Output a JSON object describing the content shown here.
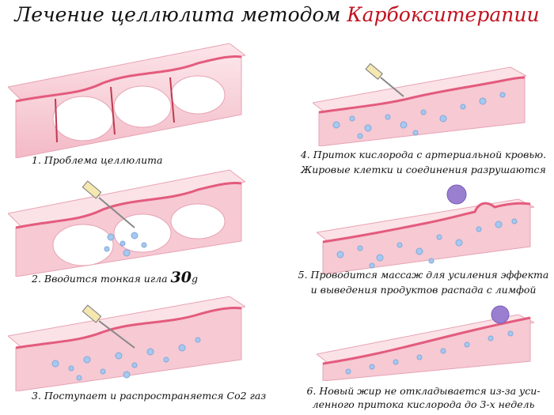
{
  "title": {
    "main": "Лечение целлюлита методом ",
    "accent": "Карбокситерапии"
  },
  "steps": [
    {
      "line1": "1. Проблема целлюлита"
    },
    {
      "line1": "2. Вводится тонкая игла ",
      "big": "30",
      "suffix": "g"
    },
    {
      "line1": "3. Поступает и распространяется Co2 газ"
    },
    {
      "line1": "4. Приток кислорода с артериальной кровью.",
      "line2": "Жировые клетки и соединения разрушаются"
    },
    {
      "line1": "5. Проводится массаж для усиления эффекта",
      "line2": "и выведения продуктов распада с лимфой"
    },
    {
      "line1": "6. Новый жир не откладывается из-за уси-",
      "line2": "ленного притока кислорода до 3-х недель"
    }
  ],
  "colors": {
    "accent": "#c1121f",
    "skin": "#f4b7c3",
    "skin_dark": "#e35b7d",
    "tissue": "#fbe2e6",
    "bubble": "#a7c8ef",
    "roller": "#9a7fd1"
  }
}
